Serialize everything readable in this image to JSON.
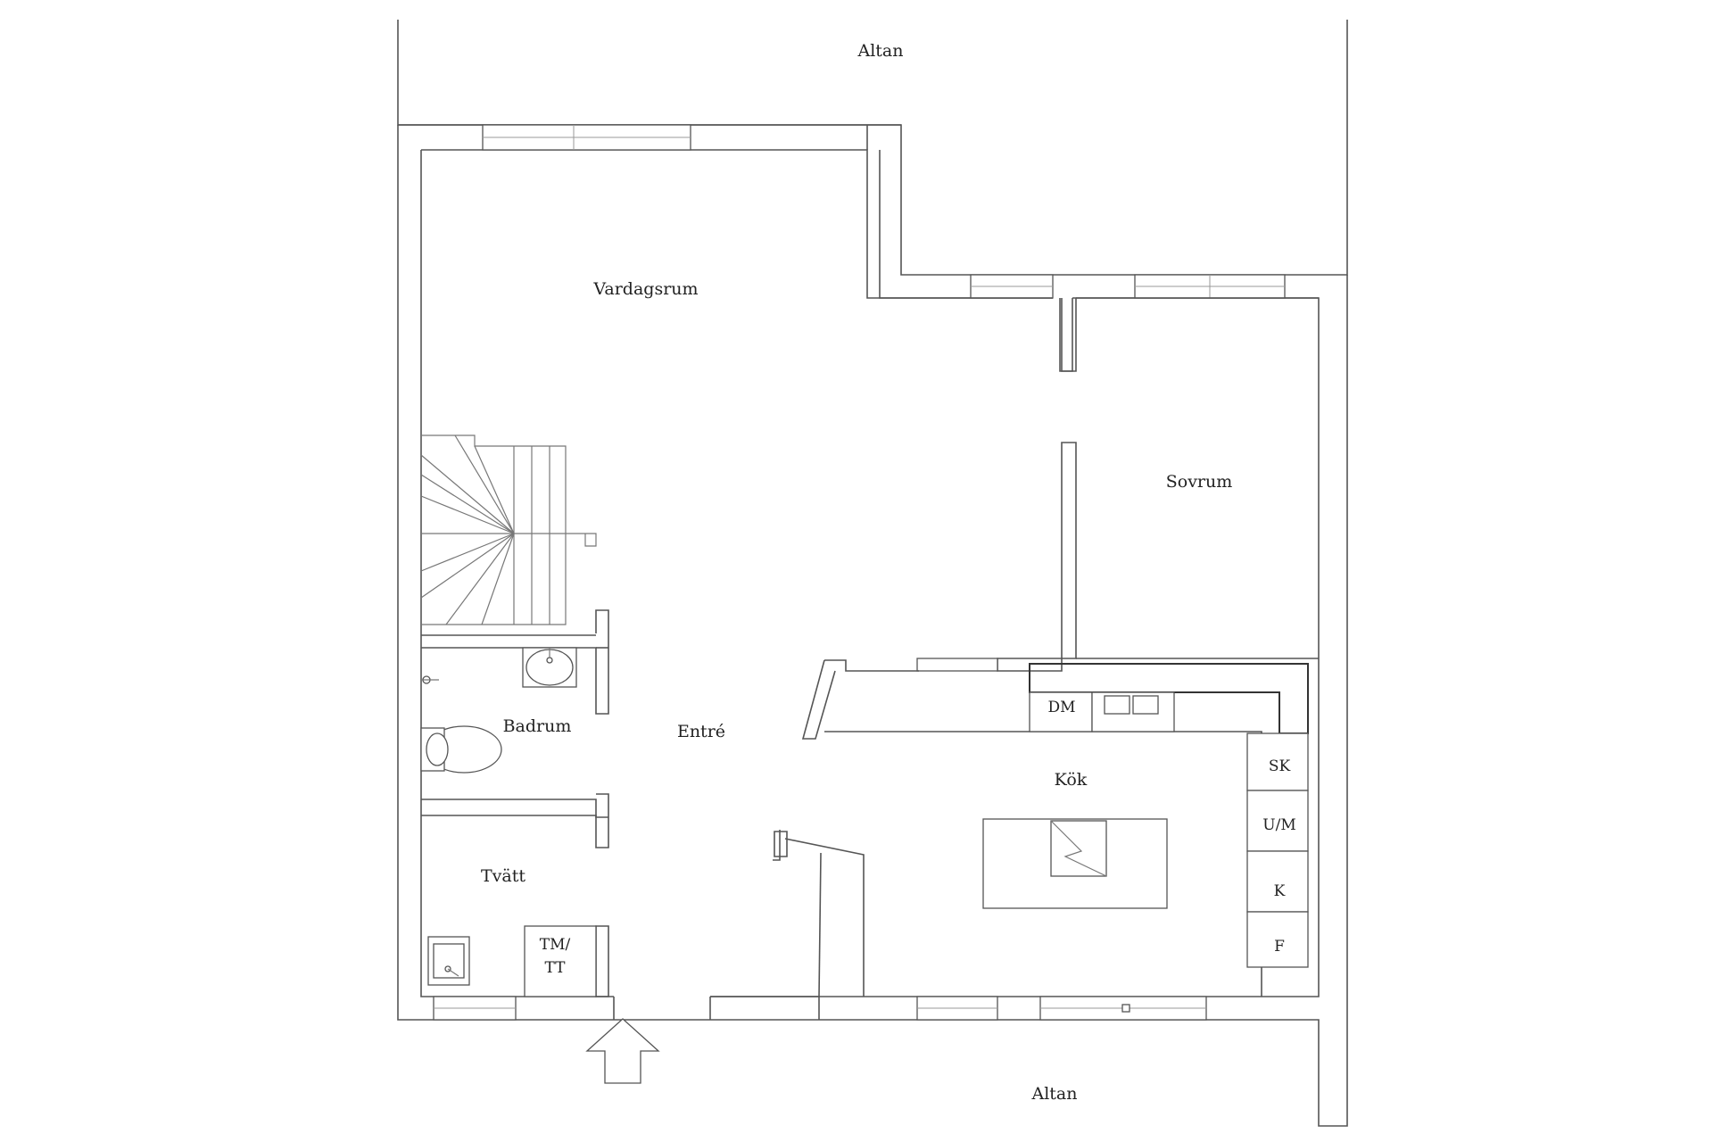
{
  "labels": {
    "altan_top": "Altan",
    "altan_bottom": "Altan",
    "vardagsrum": "Vardagsrum",
    "sovrum": "Sovrum",
    "badrum": "Badrum",
    "entre": "Entré",
    "kok": "Kök",
    "tvatt": "Tvätt",
    "dm": "DM",
    "tm_line1": "TM/",
    "tm_line2": "TT",
    "sk": "SK",
    "um": "U/M",
    "k": "K",
    "f": "F"
  }
}
